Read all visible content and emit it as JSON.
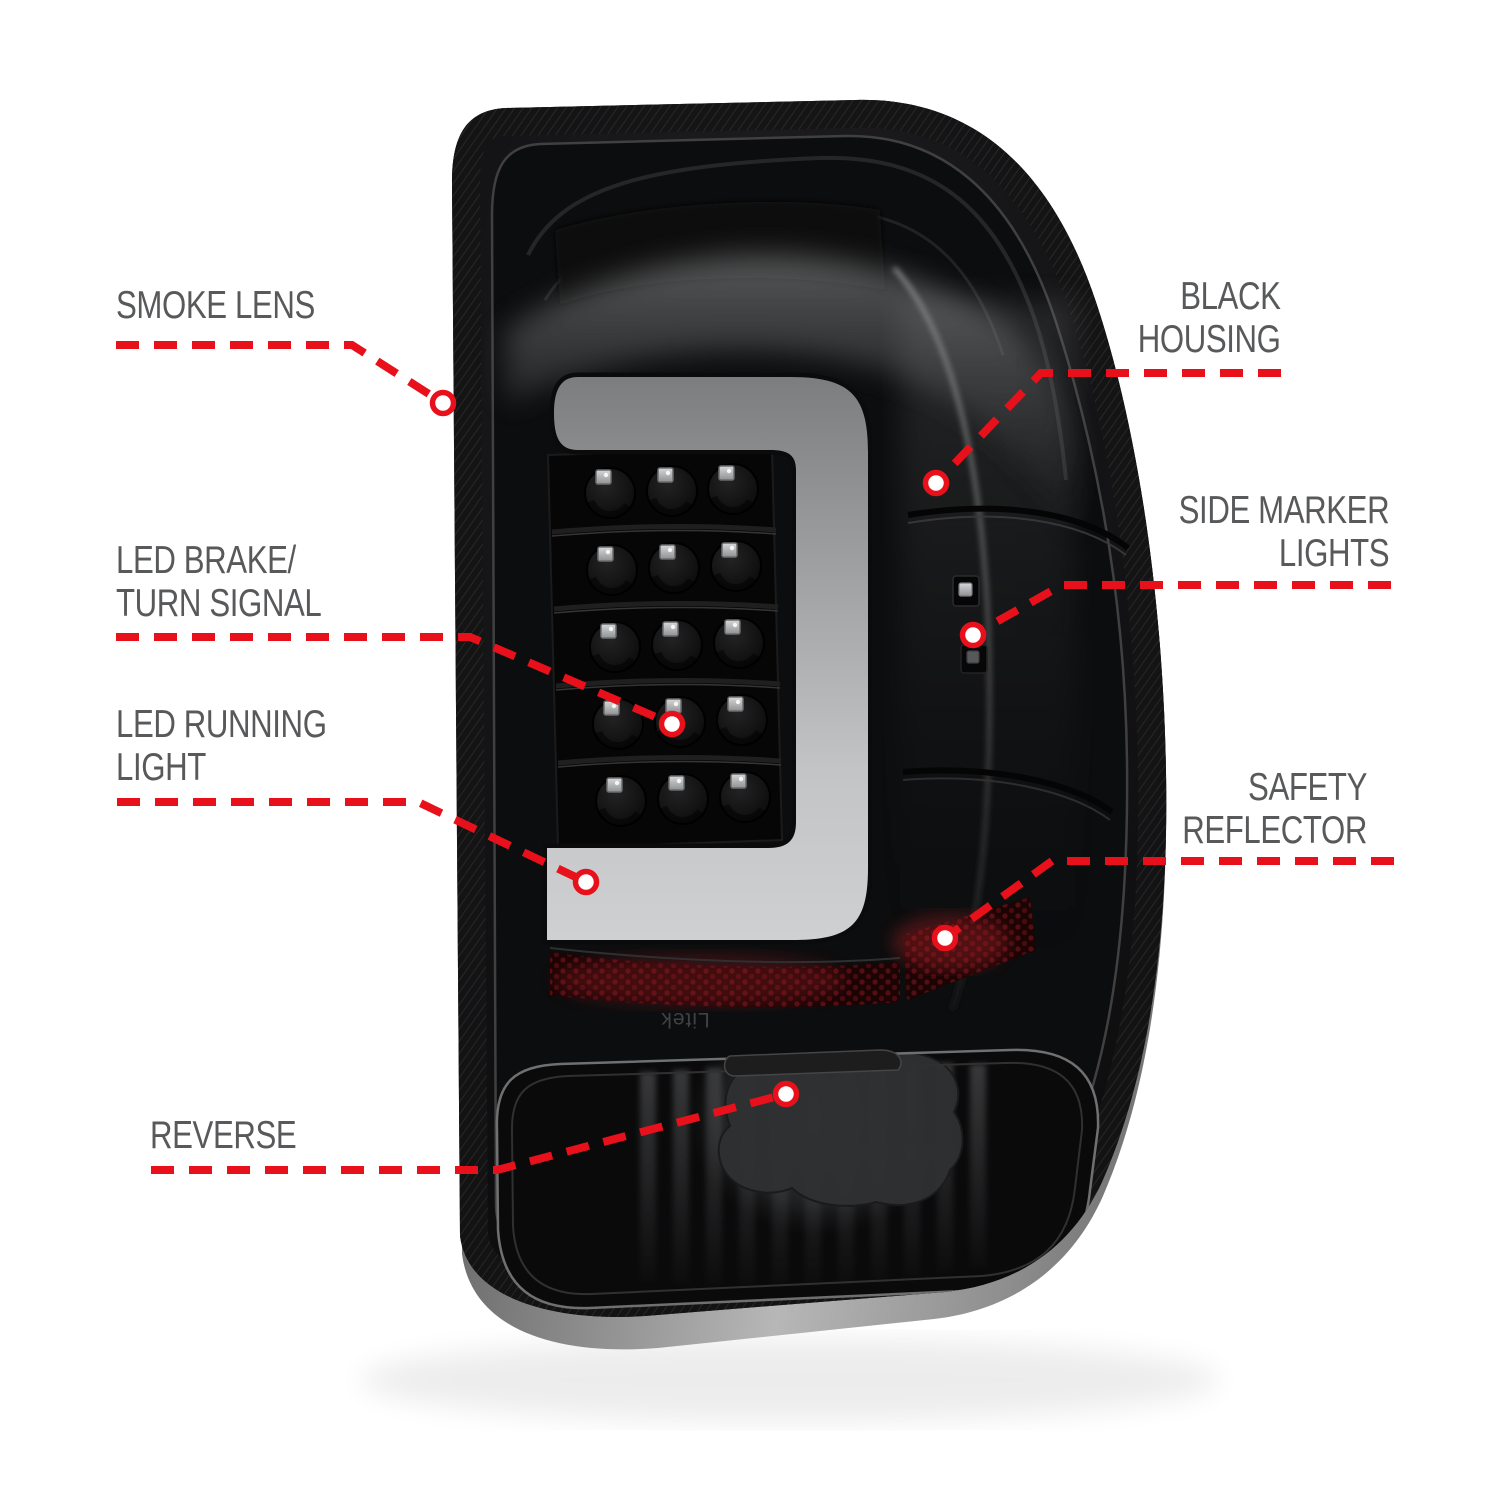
{
  "meta": {
    "background": "#ffffff",
    "accent_red": "#e8111b",
    "label_color": "#58595b",
    "marker_dot_fill": "#ffffff"
  },
  "product": {
    "description": "smoked lens black housing LED tail light, rear three-quarter view",
    "lens_marking": "Litek"
  },
  "callouts": [
    {
      "id": "smoke-lens",
      "label": "SMOKE LENS"
    },
    {
      "id": "led-brake-turn-signal",
      "label": "LED BRAKE/\nTURN SIGNAL"
    },
    {
      "id": "led-running-light",
      "label": "LED RUNNING\nLIGHT"
    },
    {
      "id": "reverse",
      "label": "REVERSE"
    },
    {
      "id": "black-housing",
      "label": "BLACK\nHOUSING"
    },
    {
      "id": "side-marker-lights",
      "label": "SIDE MARKER\nLIGHTS"
    },
    {
      "id": "safety-reflector",
      "label": "SAFETY\nREFLECTOR"
    }
  ]
}
